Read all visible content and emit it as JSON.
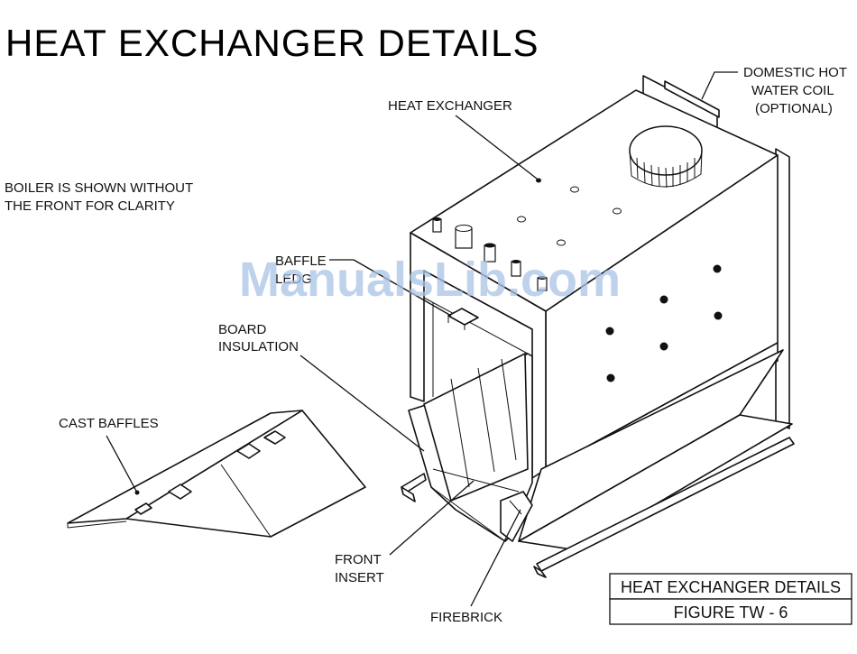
{
  "title": "HEAT EXCHANGER DETAILS",
  "note": {
    "line1": "BOILER IS SHOWN WITHOUT",
    "line2": "THE FRONT FOR CLARITY"
  },
  "labels": {
    "heat_exchanger": "HEAT EXCHANGER",
    "domestic_hot_water_coil": {
      "line1": "DOMESTIC HOT",
      "line2": "WATER COIL",
      "line3": "(OPTIONAL)"
    },
    "baffle_ledge": {
      "line1": "BAFFLE",
      "line2": "LEDG"
    },
    "board_insulation": {
      "line1": "BOARD",
      "line2": "INSULATION"
    },
    "cast_baffles": "CAST BAFFLES",
    "front_insert": {
      "line1": "FRONT",
      "line2": "INSERT"
    },
    "firebrick": "FIREBRICK"
  },
  "title_block": {
    "name": "HEAT EXCHANGER DETAILS",
    "figure": "FIGURE TW - 6"
  },
  "watermark": "ManualsLib.com"
}
